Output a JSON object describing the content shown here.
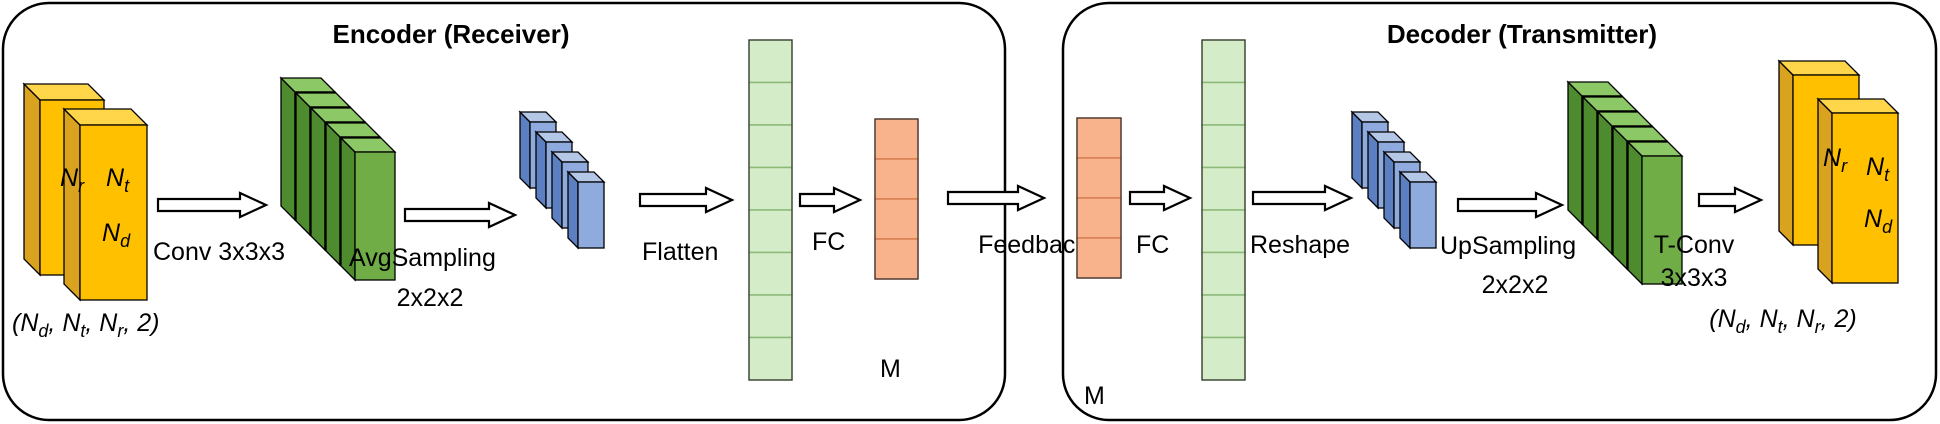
{
  "encoder": {
    "title": "Encoder (Receiver)",
    "input_tensor": {
      "label_r": "N",
      "label_r_sub": "r",
      "label_t": "N",
      "label_t_sub": "t",
      "label_d": "N",
      "label_d_sub": "d"
    },
    "input_shape": {
      "open": "(",
      "n1": "N",
      "s1": "d",
      "n2": "N",
      "s2": "t",
      "n3": "N",
      "s3": "r",
      "tail": ", 2)"
    },
    "step_conv": "Conv 3x3x3",
    "step_avg": "AvgSampling",
    "step_avg_size": "2x2x2",
    "step_flatten": "Flatten",
    "step_fc": "FC",
    "code_label": "M"
  },
  "feedback": "Feedback",
  "decoder": {
    "title": "Decoder (Transmitter)",
    "code_label": "M",
    "step_fc": "FC",
    "step_reshape": "Reshape",
    "step_up": "UpSampling",
    "step_up_size": "2x2x2",
    "step_tconv": "T-Conv",
    "step_tconv_size": "3x3x3",
    "output_tensor": {
      "label_r": "N",
      "label_r_sub": "r",
      "label_t": "N",
      "label_t_sub": "t",
      "label_d": "N",
      "label_d_sub": "d"
    },
    "output_shape": {
      "open": "(",
      "n1": "N",
      "s1": "d",
      "n2": "N",
      "s2": "t",
      "n3": "N",
      "s3": "r",
      "tail": ", 2)"
    }
  },
  "colors": {
    "tensor_front": "#FFC000",
    "tensor_side": "#D9A21F",
    "tensor_top": "#FFD54A",
    "feature_front": "#70AD47",
    "feature_side": "#4E8A2E",
    "feature_top": "#8CC866",
    "pooled_front": "#8FAADC",
    "pooled_side": "#5B7FC0",
    "pooled_top": "#B4C7E7",
    "vector_fill": "#D4ECC7",
    "vector_stroke": "#8DBA78",
    "code_fill": "#F8B28C",
    "code_stroke": "#D77F52"
  }
}
